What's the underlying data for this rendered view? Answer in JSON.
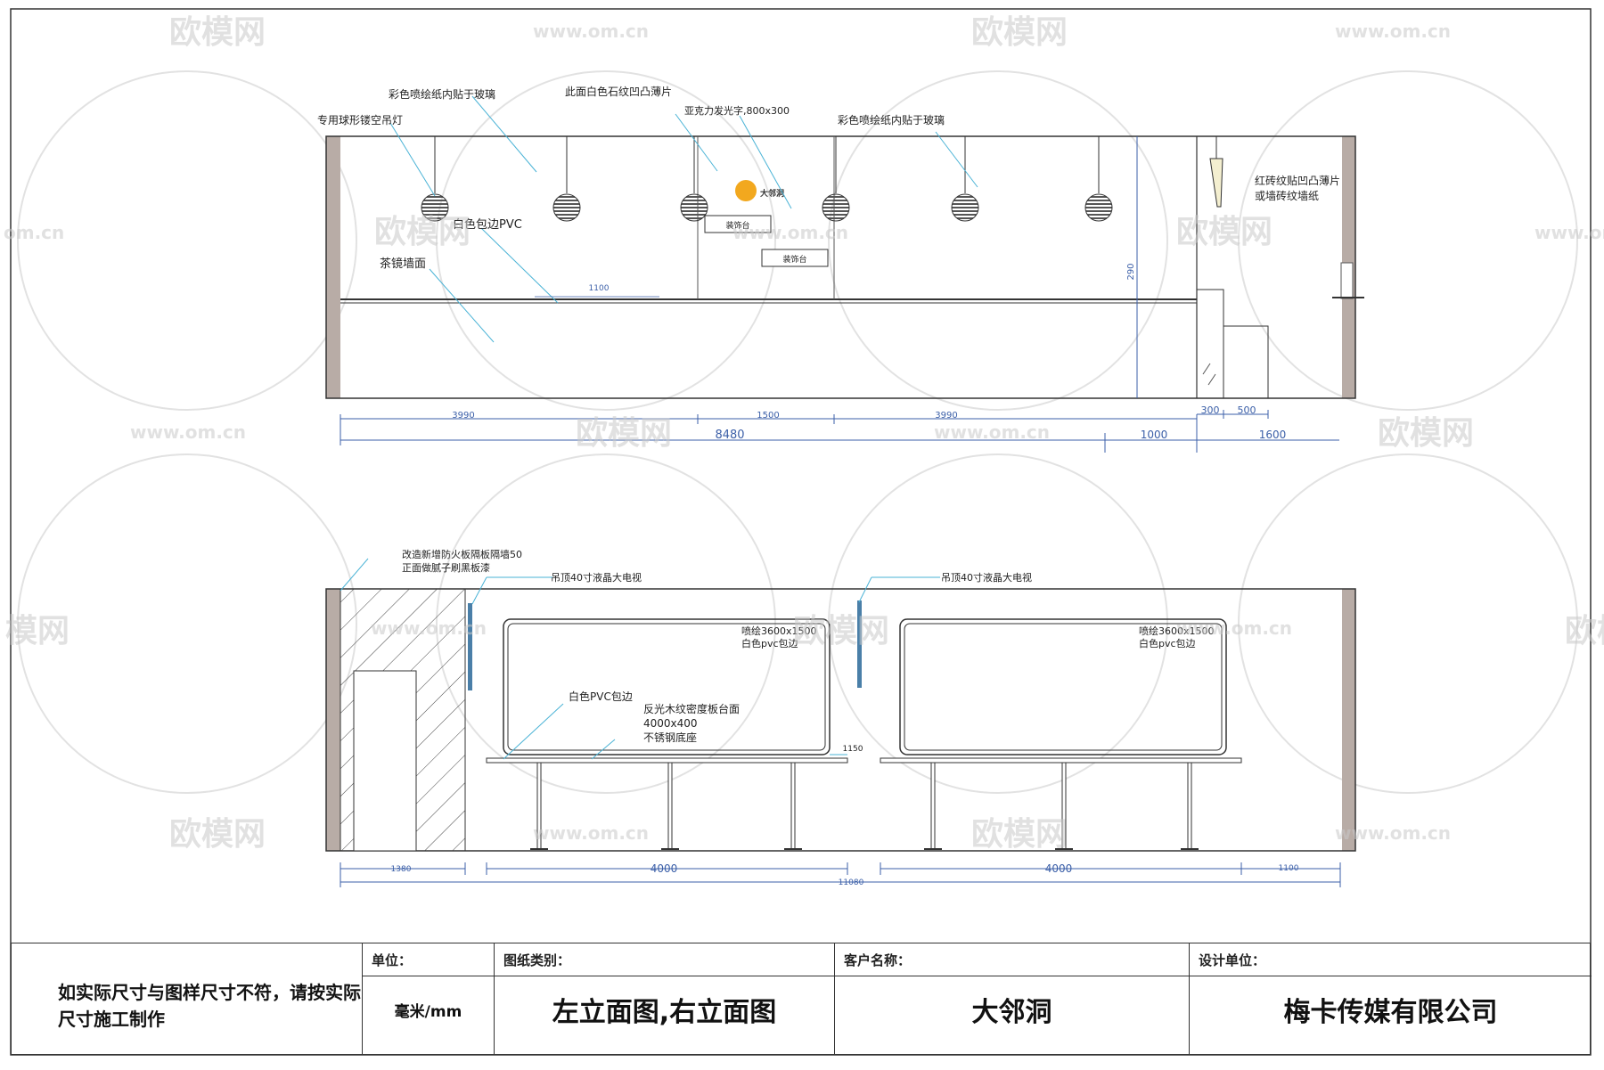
{
  "upper_elevation": {
    "labels": {
      "ball_lamp": "专用球形镂空吊灯",
      "print_glass_left": "彩色喷绘纸内贴于玻璃",
      "white_stone": "此面白色石纹凹凸薄片",
      "acrylic_letters": "亚克力发光字,800x300",
      "print_glass_right": "彩色喷绘纸内贴于玻璃",
      "pvc_edge": "白色包边PVC",
      "tea_mirror": "茶镜墙面",
      "brick": "红砖纹贴凹凸薄片",
      "brick2": "或墙砖纹墙纸",
      "shelf1": "装饰台",
      "shelf2": "装饰台",
      "logo_text": "大邻洞"
    },
    "dims": {
      "d3990a": "3990",
      "d1500": "1500",
      "d3990b": "3990",
      "d300": "300",
      "d500": "500",
      "d8480": "8480",
      "d1000": "1000",
      "d1600": "1600",
      "d1100": "1100",
      "d290": "290"
    }
  },
  "lower_elevation": {
    "labels": {
      "new_wall": "改造新增防火板隔板隔墙50",
      "new_wall2": "正面做腻子刷黑板漆",
      "tv_left": "吊顶40寸液晶大电视",
      "tv_right": "吊顶40寸液晶大电视",
      "print_left": "喷绘3600x1500",
      "print_left2": "白色pvc包边",
      "print_right": "喷绘3600x1500",
      "print_right2": "白色pvc包边",
      "pvc_edge": "白色PVC包边",
      "counter": "反光木纹密度板台面",
      "counter2": "4000x400",
      "counter3": "不锈钢底座"
    },
    "dims": {
      "d1380": "1380",
      "d4000a": "4000",
      "d4000b": "4000",
      "d1100": "1100",
      "d11080": "11080",
      "d1150": "1150"
    }
  },
  "watermarks": {
    "brand": "欧模网",
    "url": "www.om.cn",
    "url_short": "om.cn",
    "brand_partial": "模网"
  },
  "title_block": {
    "note": "如实际尺寸与图样尺寸不符，请按实际尺寸施工制作",
    "unit_label": "单位：",
    "unit_value": "毫米/mm",
    "type_label": "图纸类别：",
    "type_value": "左立面图,右立面图",
    "client_label": "客户名称：",
    "client_value": "大邻洞",
    "designer_label": "设计单位：",
    "designer_value": "梅卡传媒有限公司"
  },
  "colors": {
    "wall": "#b8aca6",
    "line": "#333333",
    "dim": "#3b5fa8",
    "leader": "#4ab3d6",
    "tv": "#4a7fa8",
    "logo": "#f2a81e"
  }
}
